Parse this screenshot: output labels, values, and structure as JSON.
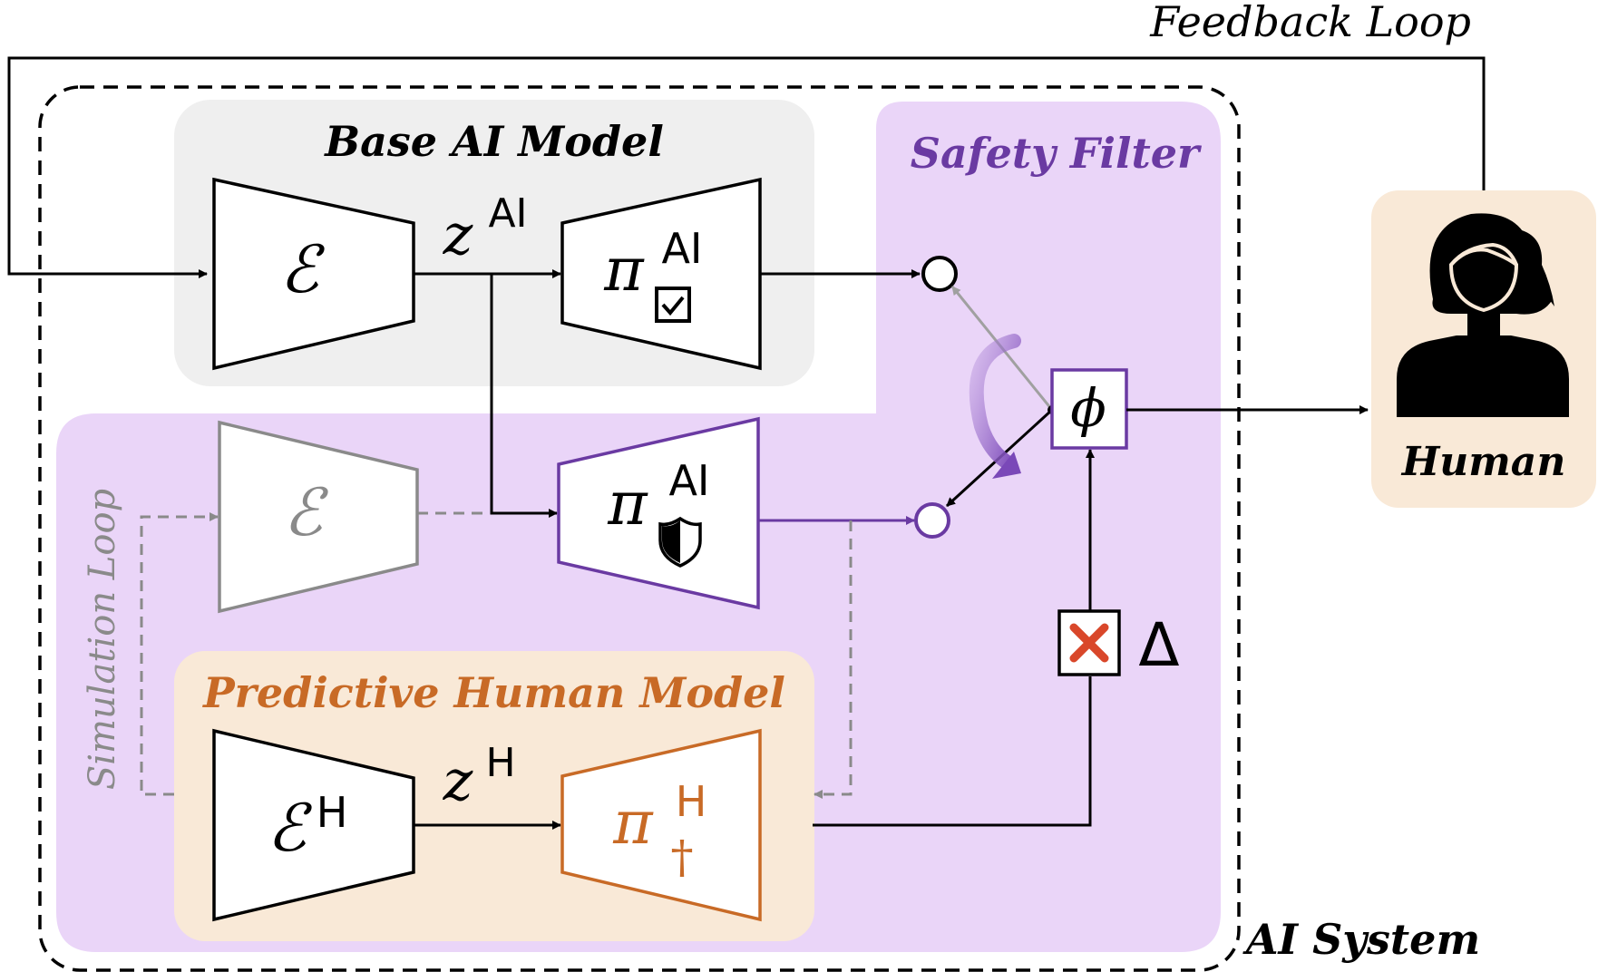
{
  "labels": {
    "feedback_loop": "Feedback Loop",
    "base_ai_model": "Base AI Model",
    "safety_filter": "Safety Filter",
    "human": "Human",
    "simulation_loop": "Simulation Loop",
    "predictive_human_model": "Predictive Human Model",
    "ai_system": "AI System"
  },
  "symbols": {
    "encoder": "ℰ",
    "latent": "z",
    "sup_ai": "AI",
    "sup_h": "H",
    "policy": "π",
    "phi": "ϕ",
    "delta": "Δ",
    "dagger": "†"
  },
  "colors": {
    "base_panel": "#efefef",
    "safety_panel": "#ead5f8",
    "human_panel": "#f9e9d7",
    "purple": "#6a3aa2",
    "orange": "#c86a26",
    "gray": "#808080",
    "red_x": "#d9472a"
  },
  "icons": [
    "checkbox-icon",
    "shield-icon",
    "person-icon",
    "x-mark-icon"
  ]
}
